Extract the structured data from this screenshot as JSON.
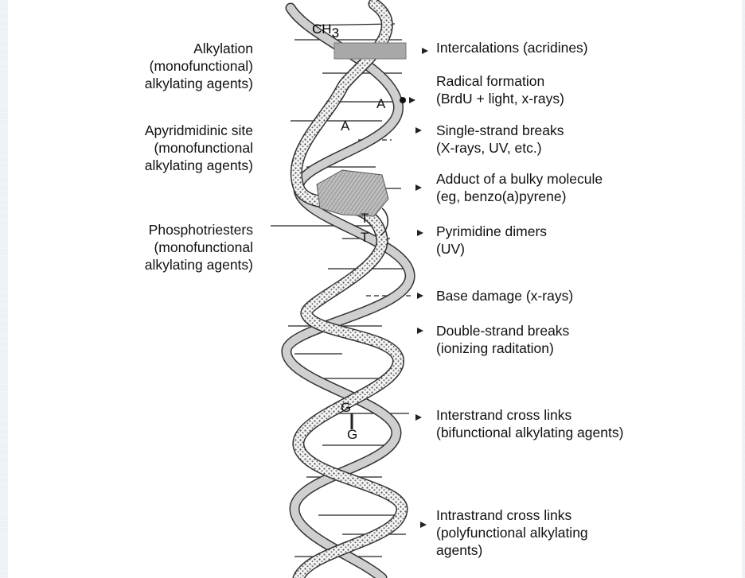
{
  "left_labels": [
    {
      "lines": [
        "Alkylation",
        "(monofunctional)",
        "alkylating agents)"
      ]
    },
    {
      "lines": [
        "Apyridmidinic site",
        "(monofunctional",
        "alkylating agents)"
      ]
    },
    {
      "lines": [
        "Phosphotriesters",
        "(monofunctional",
        "alkylating agents)"
      ]
    }
  ],
  "right_labels": [
    {
      "lines": [
        "Intercalations (acridines)"
      ]
    },
    {
      "lines": [
        "Radical formation",
        "(BrdU + light, x-rays)"
      ]
    },
    {
      "lines": [
        "Single-strand breaks",
        "(X-rays, UV, etc.)"
      ]
    },
    {
      "lines": [
        "Adduct of a bulky molecule",
        "(eg, benzo(a)pyrene)"
      ]
    },
    {
      "lines": [
        "Pyrimidine dimers",
        "(UV)"
      ]
    },
    {
      "lines": [
        "Base damage (x-rays)"
      ]
    },
    {
      "lines": [
        "Double-strand breaks",
        "(ionizing raditation)"
      ]
    },
    {
      "lines": [
        "Interstrand cross links",
        "(bifunctional alkylating agents)"
      ]
    },
    {
      "lines": [
        "Intrastrand cross links",
        "(polyfunctional alkylating",
        "agents)"
      ]
    }
  ],
  "helix_labels": {
    "ch3_main": "CH",
    "ch3_sub": "3",
    "base_a1": "A",
    "base_a2": "A",
    "base_t1": "T",
    "base_t2": "T",
    "base_g1": "G",
    "base_g2": "G"
  }
}
